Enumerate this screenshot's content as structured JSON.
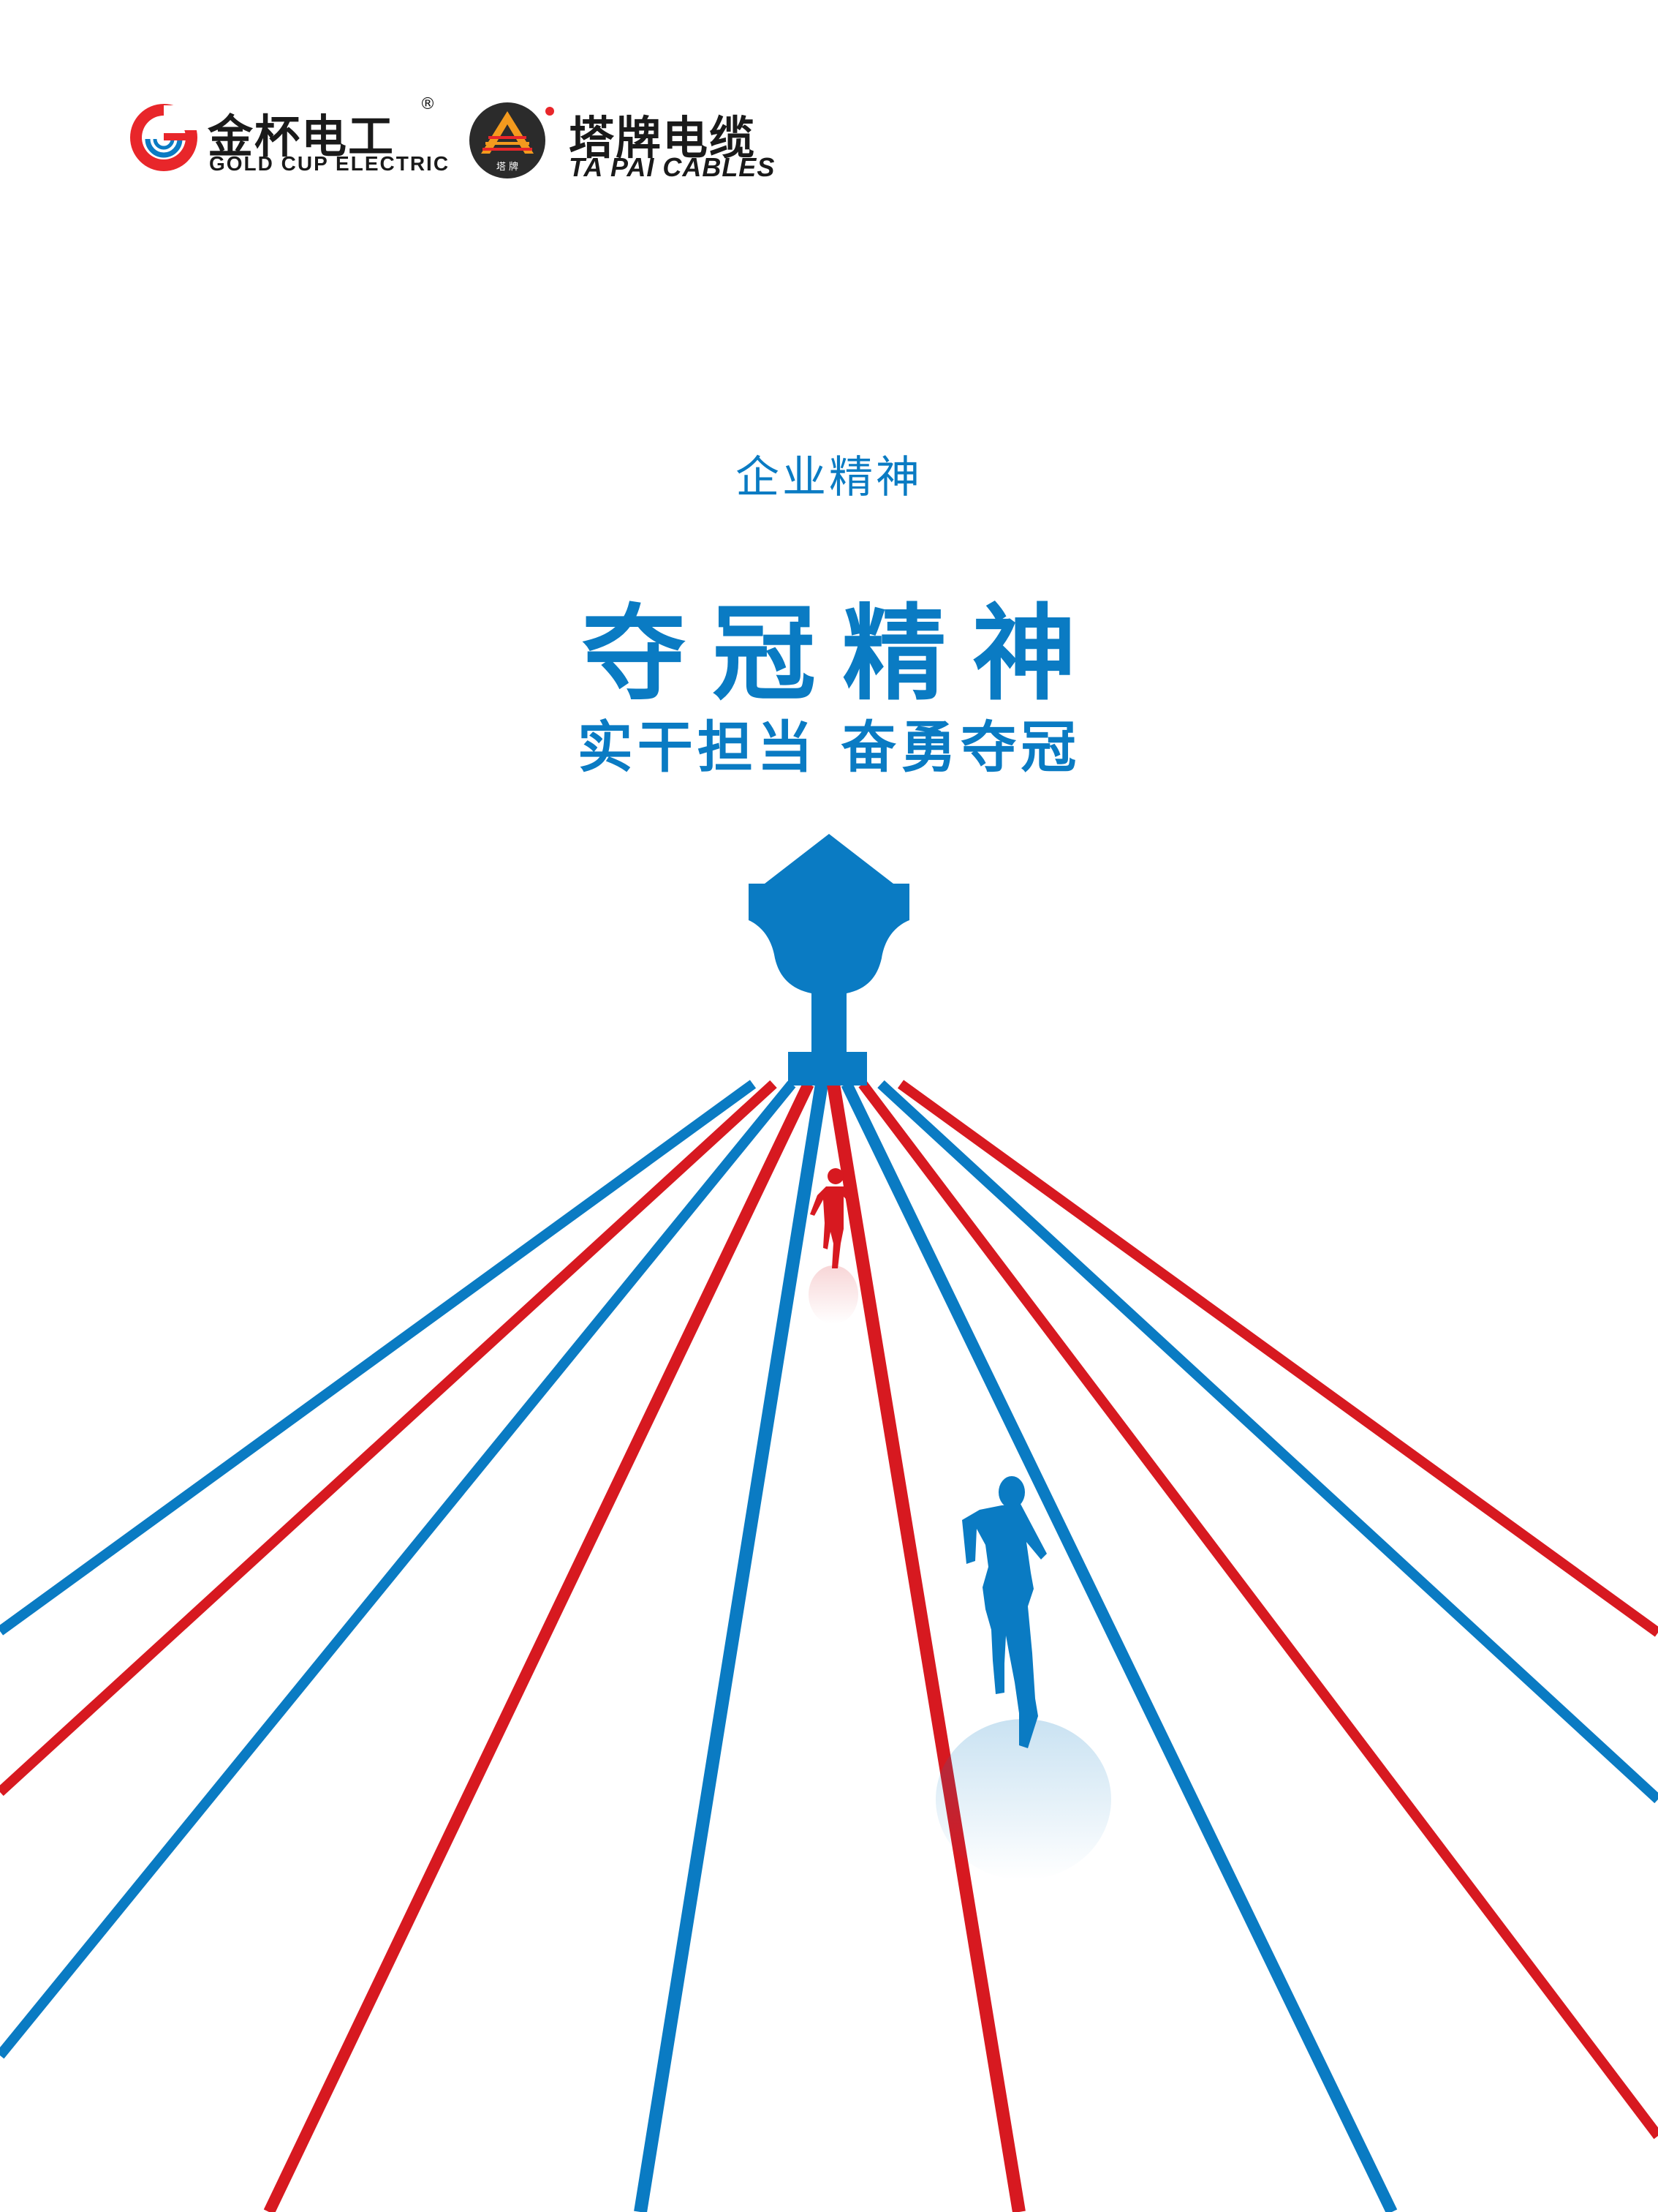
{
  "brands": {
    "gold_cup": {
      "name_cn": "金杯电工",
      "name_en": "GOLD CUP ELECTRIC",
      "registered_mark": "®",
      "icon": "gold-cup-g-logo-icon",
      "colors": {
        "red": "#e8262a",
        "blue": "#0a7bc3"
      }
    },
    "ta_pai": {
      "name_cn": "塔牌电缆",
      "name_en": "TA PAI CABLES",
      "icon": "ta-pai-tower-logo-icon",
      "badge_text": "塔 牌",
      "colors": {
        "dark": "#2b2b2b",
        "orange": "#f39a1e",
        "red": "#e8262a"
      }
    }
  },
  "section_label": "企业精神",
  "main_title": "夺冠精神",
  "slogan": "实干担当  奋勇夺冠",
  "illustration": {
    "icons": [
      "trophy-icon",
      "runner-red-icon",
      "runner-blue-icon"
    ],
    "colors": {
      "blue": "#0a7bc3",
      "red": "#d71920"
    }
  }
}
